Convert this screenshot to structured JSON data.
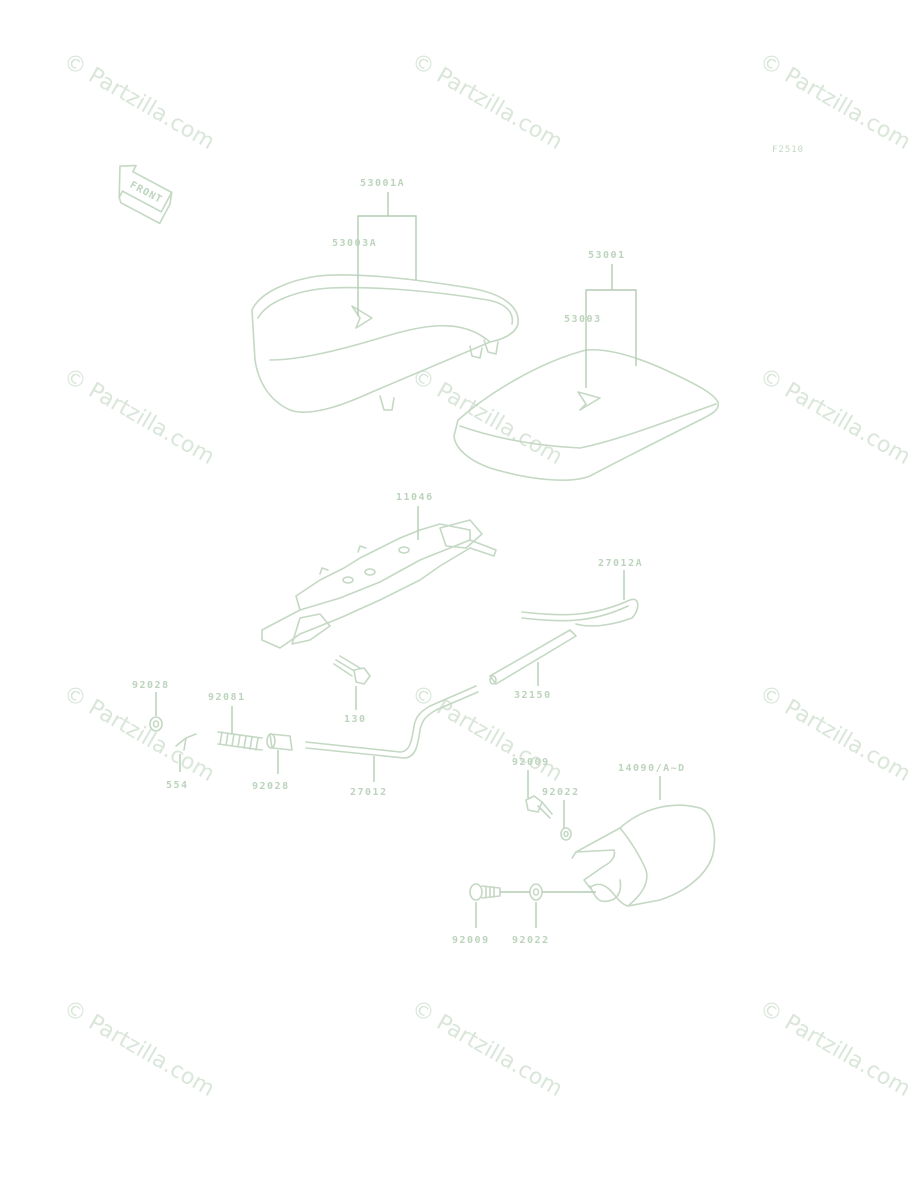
{
  "figure_code": "F2510",
  "front_arrow_label": "FRONT",
  "watermark": "© Partzilla.com",
  "labels": {
    "seat_front_assy": "53001A",
    "seat_front_cover": "53003A",
    "seat_rear_assy": "53001",
    "seat_rear_cover": "53003",
    "bracket": "11046",
    "cable_a": "27012A",
    "tube": "32150",
    "bolt_130": "130",
    "collar_92028_top": "92028",
    "spring": "92081",
    "pin_554": "554",
    "collar_92028_bottom": "92028",
    "cable": "27012",
    "bolt_92009_top": "92009",
    "washer_92022_top": "92022",
    "cover": "14090/A~D",
    "bolt_92009_bottom": "92009",
    "washer_92022_bottom": "92022"
  },
  "colors": {
    "line": "#c4d8c4",
    "label": "#bcd3bc",
    "watermark": "#d9e6d9"
  }
}
